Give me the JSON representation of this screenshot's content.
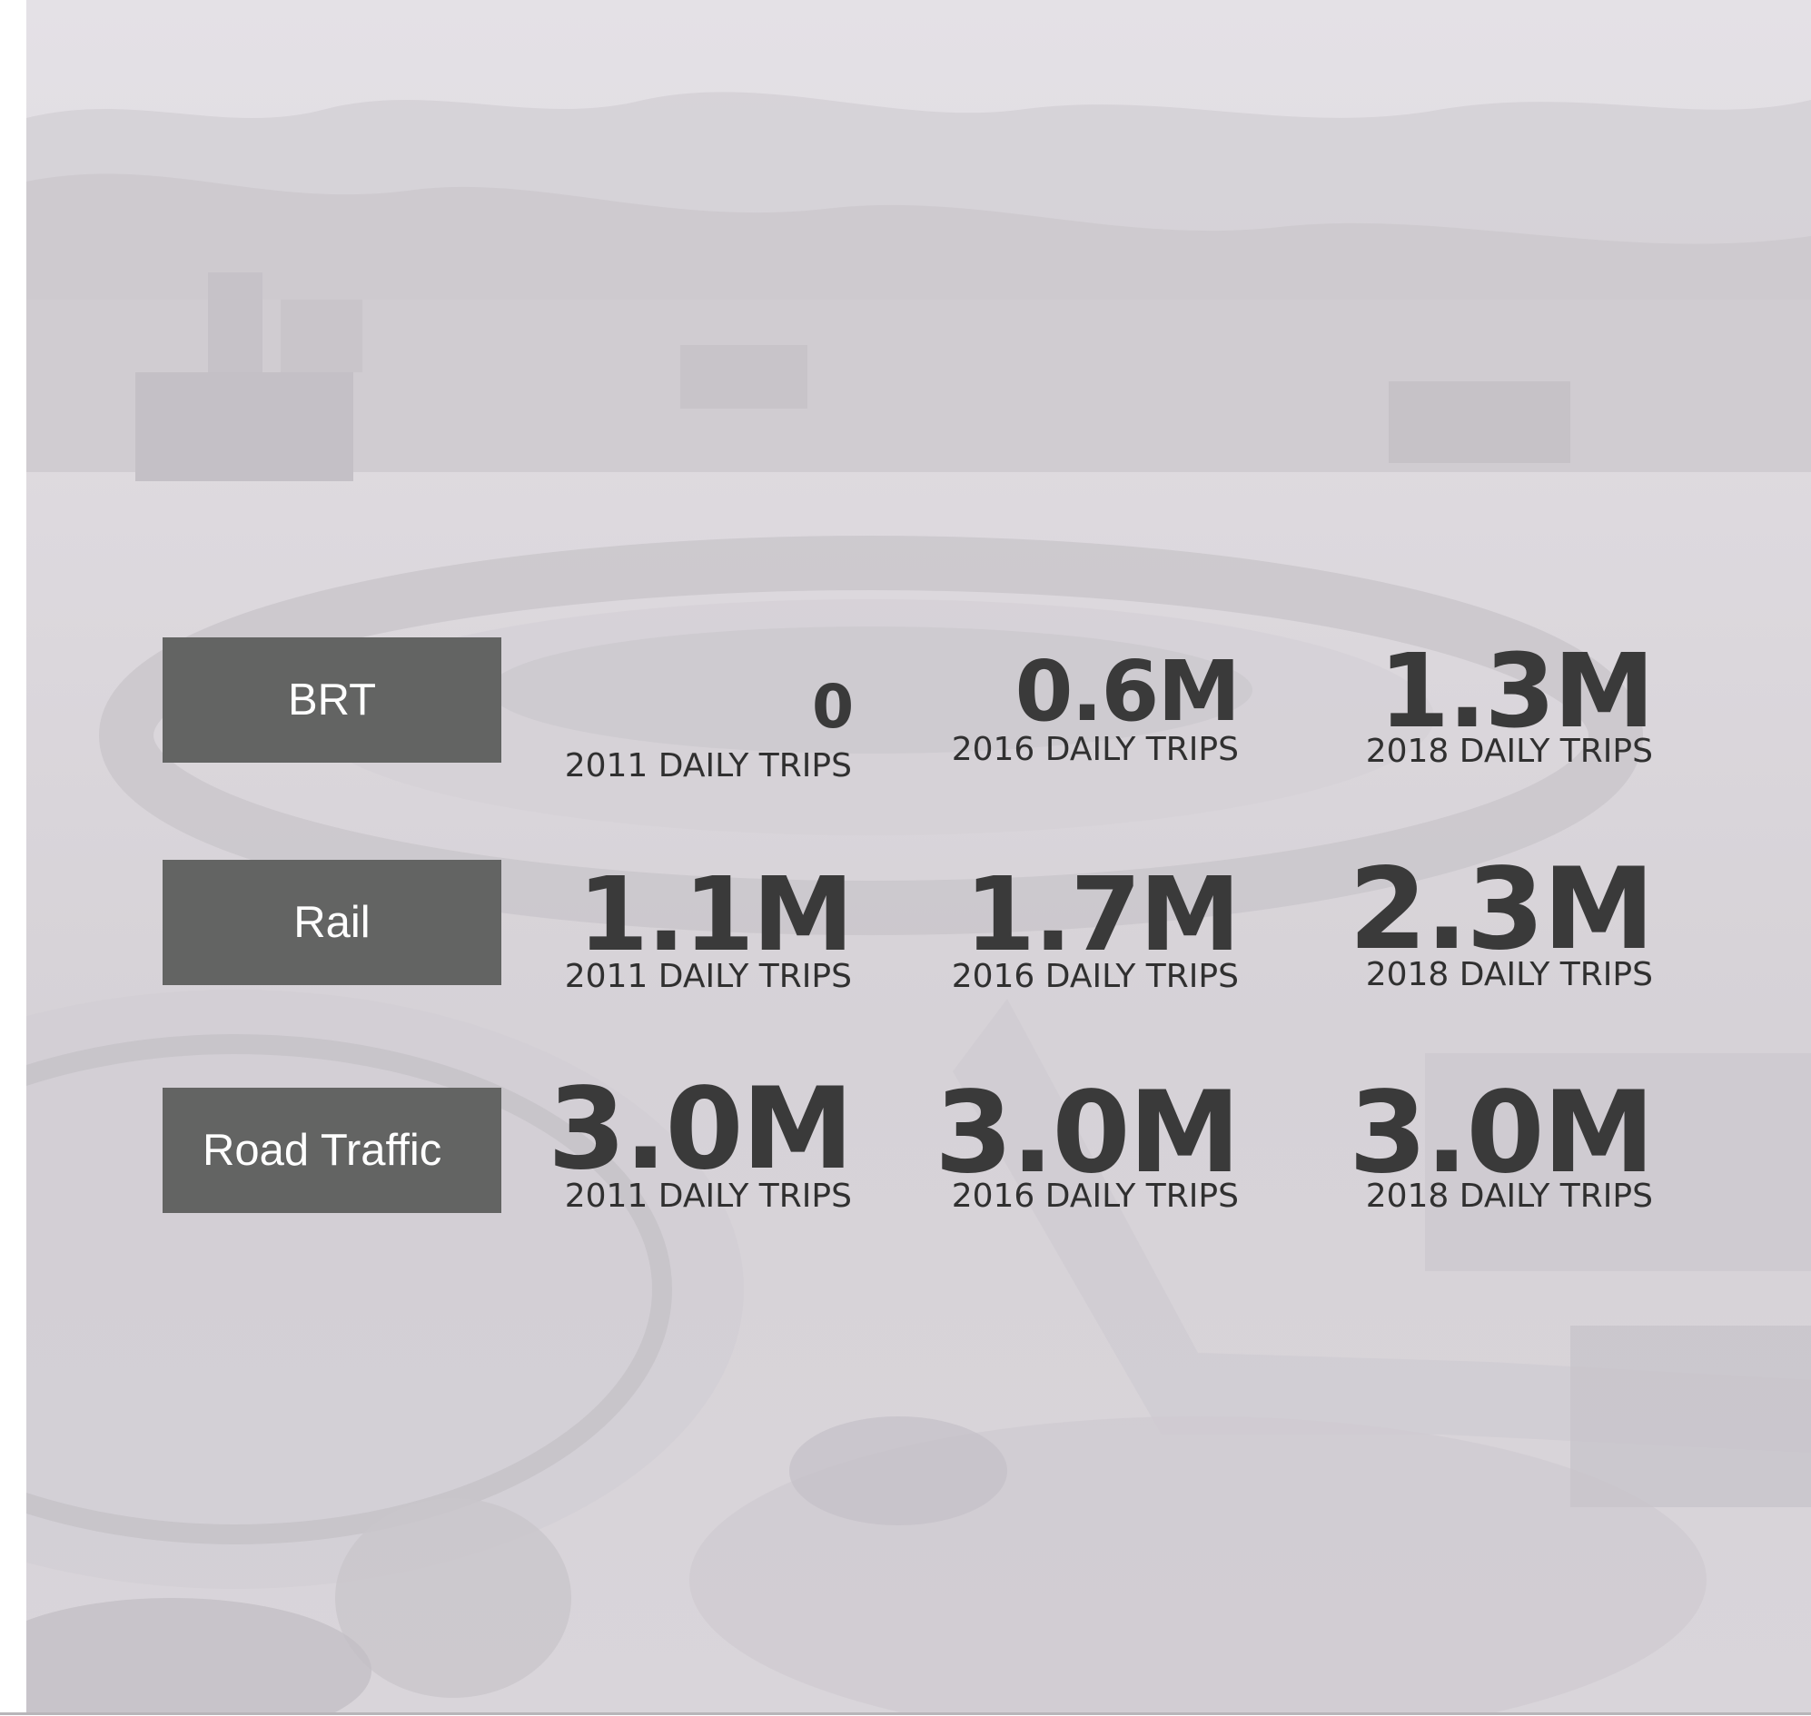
{
  "rows": [
    {
      "label": "BRT",
      "cells": [
        {
          "value": "0",
          "caption": "2011 DAILY TRIPS"
        },
        {
          "value": "0.6M",
          "caption": "2016 DAILY TRIPS"
        },
        {
          "value": "1.3M",
          "caption": "2018 DAILY TRIPS"
        }
      ]
    },
    {
      "label": "Rail",
      "cells": [
        {
          "value": "1.1M",
          "caption": "2011 DAILY TRIPS"
        },
        {
          "value": "1.7M",
          "caption": "2016 DAILY TRIPS"
        },
        {
          "value": "2.3M",
          "caption": "2018 DAILY TRIPS"
        }
      ]
    },
    {
      "label": "Road Traffic",
      "cells": [
        {
          "value": "3.0M",
          "caption": "2011 DAILY TRIPS"
        },
        {
          "value": "3.0M",
          "caption": "2016 DAILY TRIPS"
        },
        {
          "value": "3.0M",
          "caption": "2018 DAILY TRIPS"
        }
      ]
    }
  ],
  "colors": {
    "label_box": "#636463",
    "label_text": "#ffffff",
    "value_text": "#3a3a3a",
    "background_tint": "#dcd8dd"
  }
}
